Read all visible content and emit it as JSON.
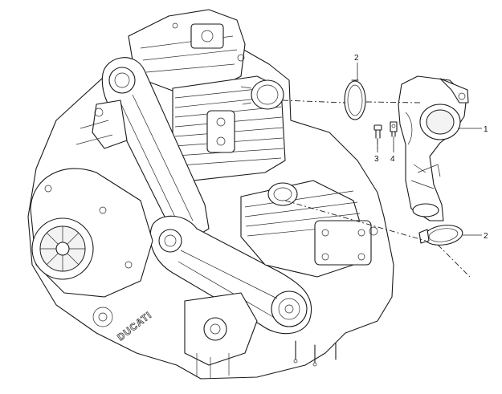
{
  "diagram": {
    "brand_mark": "DUCATI",
    "callouts": [
      {
        "id": "c1",
        "label": "1"
      },
      {
        "id": "c2a",
        "label": "2"
      },
      {
        "id": "c2b",
        "label": "2"
      },
      {
        "id": "c3",
        "label": "3"
      },
      {
        "id": "c4",
        "label": "4"
      }
    ]
  }
}
